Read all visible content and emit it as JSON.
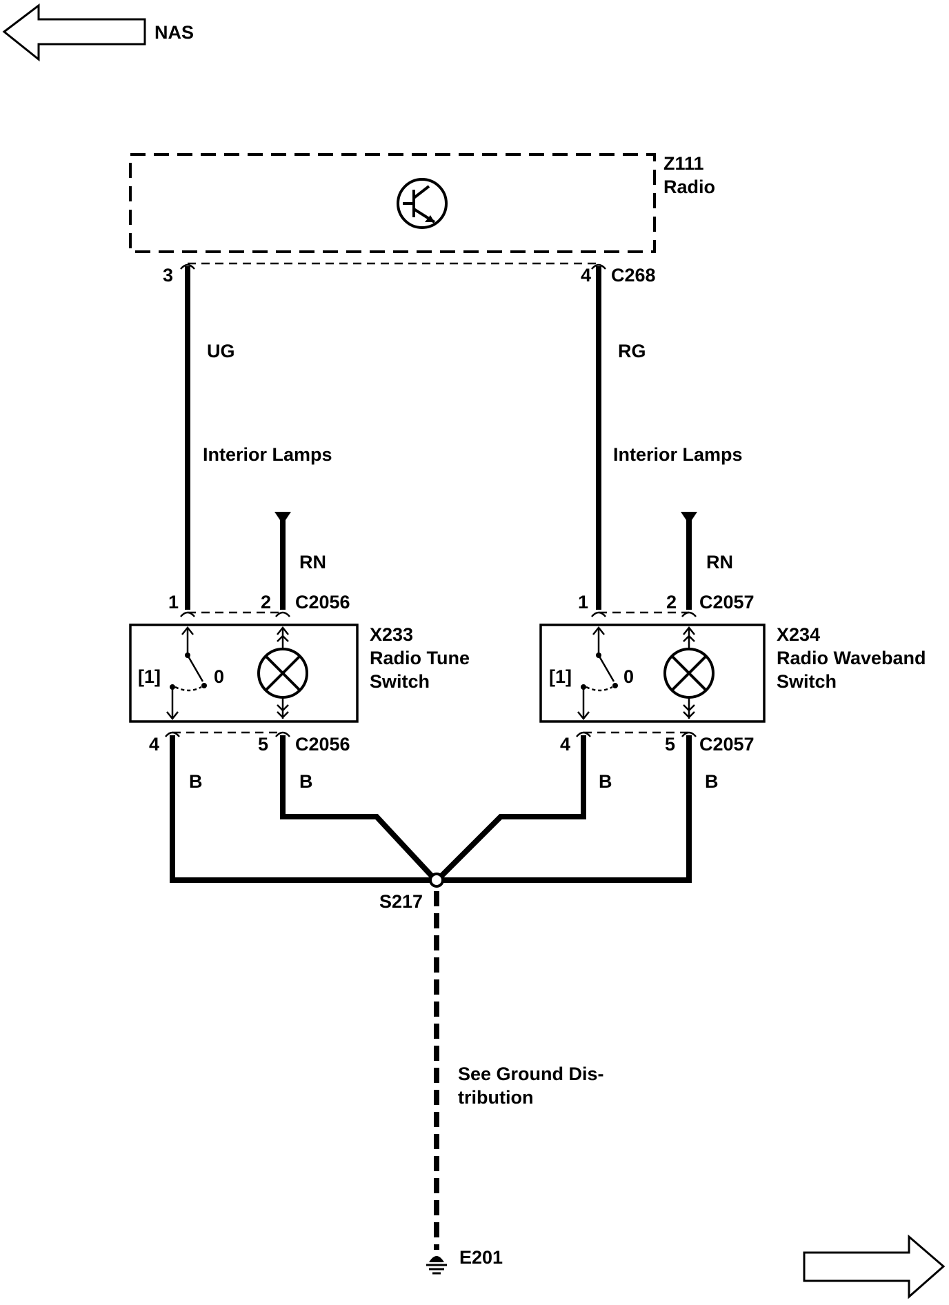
{
  "nav": {
    "prev_label": "NAS",
    "prev_icon": "arrow-left-icon",
    "next_icon": "arrow-right-icon"
  },
  "radio": {
    "id": "Z111",
    "name": "Radio",
    "symbol_icon": "transistor-icon",
    "connector": "C268",
    "pin_left": "3",
    "pin_right": "4"
  },
  "wires": {
    "left_color": "UG",
    "right_color": "RG",
    "left_destination": "Interior Lamps",
    "right_destination": "Interior Lamps",
    "feed_left": "RN",
    "feed_right": "RN",
    "ground_1": "B",
    "ground_2": "B",
    "ground_3": "B",
    "ground_4": "B"
  },
  "switch_left": {
    "id": "X233",
    "name_line1": "Radio Tune",
    "name_line2": "Switch",
    "connector_top": "C2056",
    "connector_bottom": "C2056",
    "pin_1": "1",
    "pin_2": "2",
    "pin_4": "4",
    "pin_5": "5",
    "position_on": "[1]",
    "position_off": "0"
  },
  "switch_right": {
    "id": "X234",
    "name_line1": "Radio Waveband",
    "name_line2": "Switch",
    "connector_top": "C2057",
    "connector_bottom": "C2057",
    "pin_1": "1",
    "pin_2": "2",
    "pin_4": "4",
    "pin_5": "5",
    "position_on": "[1]",
    "position_off": "0"
  },
  "ground": {
    "splice": "S217",
    "note_line1": "See Ground Dis-",
    "note_line2": "tribution",
    "point": "E201"
  }
}
